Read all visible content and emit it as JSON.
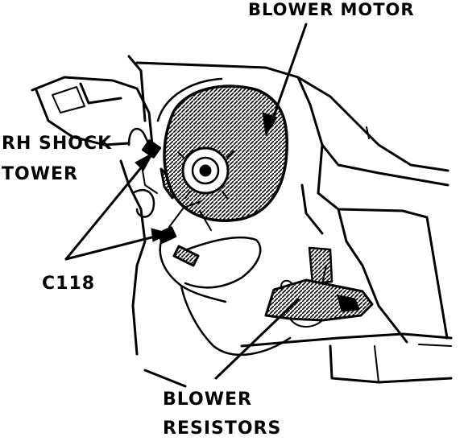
{
  "labels": {
    "blower_motor": "BLOWER MOTOR",
    "rh_shock_line1": "RH SHOCK",
    "rh_shock_line2": "TOWER",
    "connector": "C118",
    "blower_resistors_line1": "BLOWER",
    "blower_resistors_line2": "RESISTORS"
  },
  "colors": {
    "ink": "#000000",
    "paper": "#ffffff"
  }
}
